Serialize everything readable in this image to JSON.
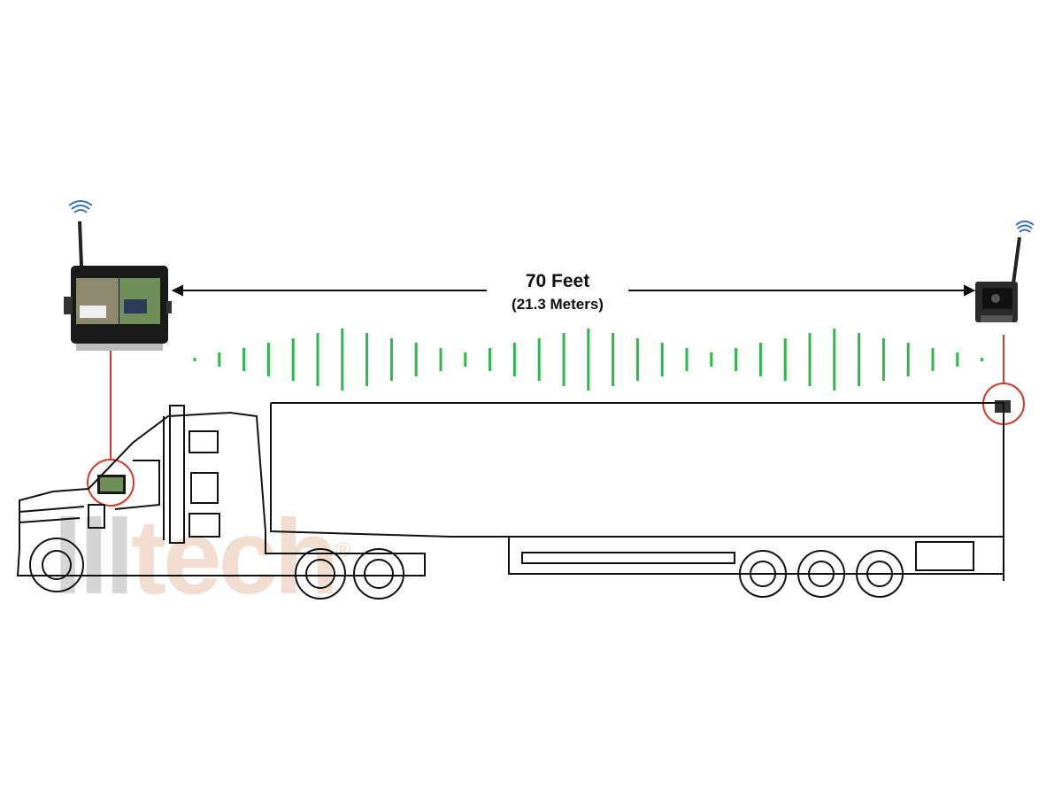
{
  "distance": {
    "label": "70 Feet",
    "sublabel": "(21.3 Meters)"
  },
  "watermark": {
    "text_gray": "lll",
    "text_color": "tech",
    "mark": "®"
  },
  "colors": {
    "signal": "#2db84a",
    "connector": "#d8382b",
    "wifi": "#3a6fb5",
    "outline": "#111111"
  },
  "devices": {
    "monitor": "wireless-monitor",
    "camera": "wireless-backup-camera"
  }
}
